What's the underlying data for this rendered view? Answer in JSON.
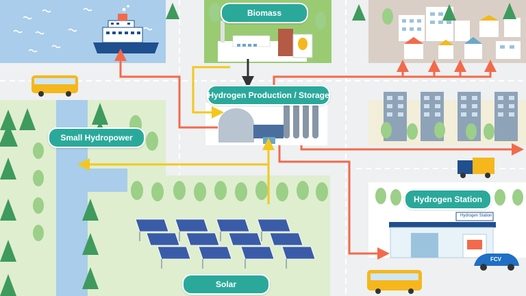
{
  "labels": {
    "biomass": "Biomass",
    "hydrogen_production": "Hydrogen Production / Storage",
    "small_hydropower": "Small Hydropower",
    "solar": "Solar",
    "hydrogen_station": "Hydrogen Station",
    "station_sign": "Hydrogen Station",
    "fcv": "FCV"
  },
  "colors": {
    "teal_label": "#2aa99b",
    "orange_flow": "#f26a4b",
    "yellow_flow": "#f2c81e",
    "road": "#eef0f2",
    "water": "#a9cdea",
    "field": "#dfeecf",
    "town": "#d9cfc6",
    "residential": "#f2eeda"
  }
}
